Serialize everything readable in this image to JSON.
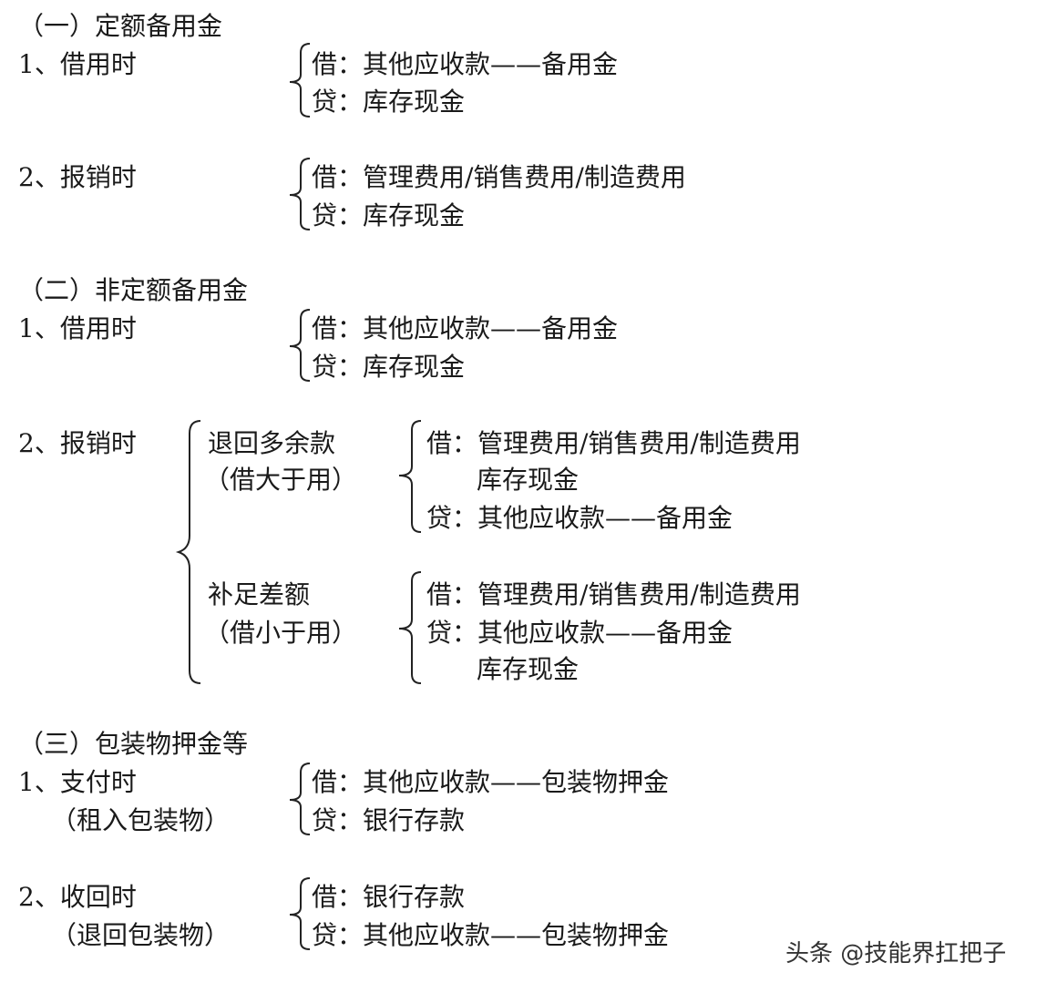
{
  "section1": {
    "heading": "（一）定额备用金",
    "borrow": {
      "label": "1、借用时",
      "debit": "借：其他应收款——备用金",
      "credit": "贷：库存现金"
    },
    "reimburse": {
      "label": "2、报销时",
      "debit": "借：管理费用/销售费用/制造费用",
      "credit": "贷：库存现金"
    }
  },
  "section2": {
    "heading": "（二）非定额备用金",
    "borrow": {
      "label": "1、借用时",
      "debit": "借：其他应收款——备用金",
      "credit": "贷：库存现金"
    },
    "reimburse": {
      "label": "2、报销时",
      "refund": {
        "title": "退回多余款",
        "note": "（借大于用）",
        "debit": "借：管理费用/销售费用/制造费用",
        "debit_extra": "库存现金",
        "credit": "贷：其他应收款——备用金"
      },
      "topup": {
        "title": "补足差额",
        "note": "（借小于用）",
        "debit": "借：管理费用/销售费用/制造费用",
        "credit": "贷：其他应收款——备用金",
        "credit_extra": "库存现金"
      }
    }
  },
  "section3": {
    "heading": "（三）包装物押金等",
    "pay": {
      "label": "1、支付时",
      "note": "（租入包装物）",
      "debit": "借：其他应收款——包装物押金",
      "credit": "贷：银行存款"
    },
    "recover": {
      "label": "2、收回时",
      "note": "（退回包装物）",
      "debit": "借：银行存款",
      "credit": "贷：其他应收款——包装物押金"
    }
  },
  "watermark": "头条 @技能界扛把子"
}
